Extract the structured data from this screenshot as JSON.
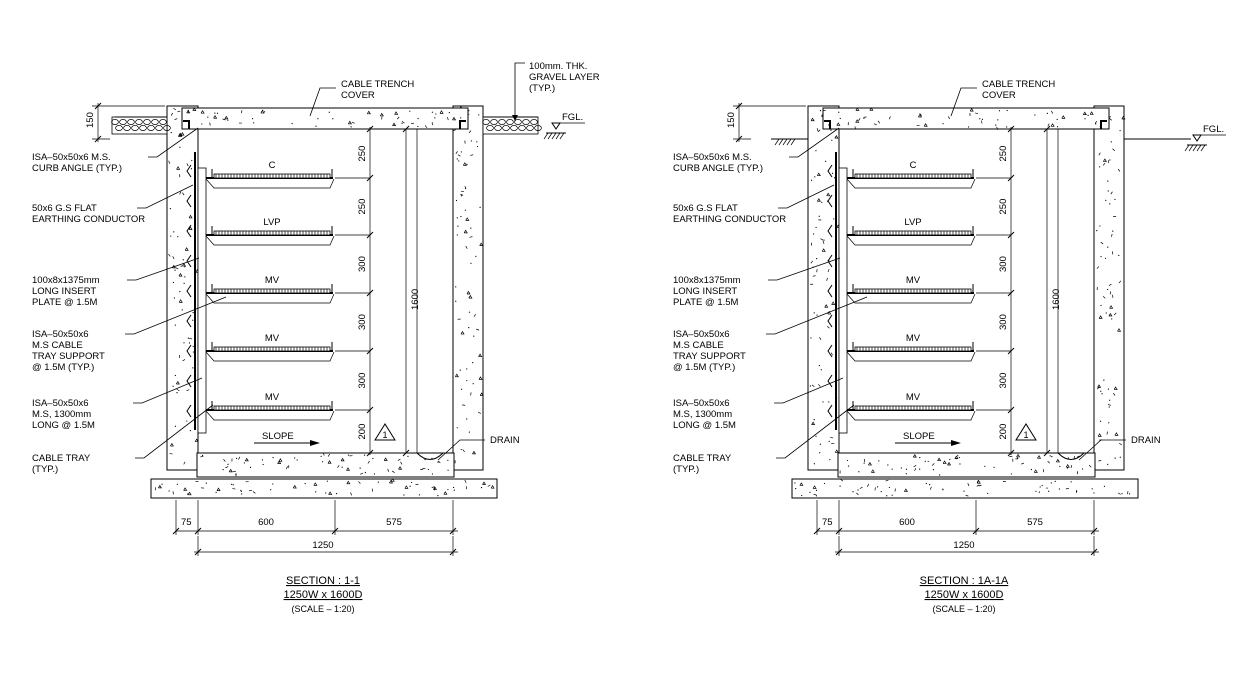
{
  "sections": [
    {
      "id": "section-1-1",
      "cover_label": [
        "CABLE TRENCH",
        "COVER"
      ],
      "gravel_label": [
        "100mm. THK.",
        "GRAVEL LAYER",
        "(TYP.)"
      ],
      "show_gravel": true,
      "fgl_label": "FGL.",
      "left_labels": [
        [
          "ISA–50x50x6 M.S.",
          "CURB ANGLE (TYP.)"
        ],
        [
          "50x6 G.S FLAT",
          "EARTHING CONDUCTOR"
        ],
        [
          "100x8x1375mm",
          "LONG INSERT",
          "PLATE @ 1.5M"
        ],
        [
          "ISA–50x50x6",
          "M.S CABLE",
          "TRAY SUPPORT",
          "@ 1.5M (TYP.)"
        ],
        [
          "ISA–50x50x6",
          "M.S, 1300mm",
          "LONG @ 1.5M"
        ],
        [
          "CABLE TRAY",
          "(TYP.)"
        ]
      ],
      "tray_labels": [
        "C",
        "LVP",
        "MV",
        "MV",
        "MV"
      ],
      "vertical_dims": [
        "250",
        "250",
        "300",
        "300",
        "300",
        "200"
      ],
      "depth_dim": "1600",
      "top_dim": "150",
      "slope_label": "SLOPE",
      "drain_label": "DRAIN",
      "revision_mark": "1",
      "bottom_dims": [
        "75",
        "600",
        "575"
      ],
      "width_dim": "1250",
      "title": "SECTION : 1-1",
      "subtitle": "1250W x 1600D",
      "scale": "(SCALE  –  1:20)"
    },
    {
      "id": "section-1a-1a",
      "cover_label": [
        "CABLE TRENCH",
        "COVER"
      ],
      "gravel_label": [],
      "show_gravel": false,
      "fgl_label": "FGL.",
      "left_labels": [
        [
          "ISA–50x50x6 M.S.",
          "CURB ANGLE (TYP.)"
        ],
        [
          "50x6 G.S FLAT",
          "EARTHING CONDUCTOR"
        ],
        [
          "100x8x1375mm",
          "LONG INSERT",
          "PLATE @ 1.5M"
        ],
        [
          "ISA–50x50x6",
          "M.S CABLE",
          "TRAY SUPPORT",
          "@ 1.5M (TYP.)"
        ],
        [
          "ISA–50x50x6",
          "M.S, 1300mm",
          "LONG @ 1.5M"
        ],
        [
          "CABLE TRAY",
          "(TYP.)"
        ]
      ],
      "tray_labels": [
        "C",
        "LVP",
        "MV",
        "MV",
        "MV"
      ],
      "vertical_dims": [
        "250",
        "250",
        "300",
        "300",
        "300",
        "200"
      ],
      "depth_dim": "1600",
      "top_dim": "150",
      "slope_label": "SLOPE",
      "drain_label": "DRAIN",
      "revision_mark": "1",
      "bottom_dims": [
        "75",
        "600",
        "575"
      ],
      "width_dim": "1250",
      "title": "SECTION : 1A-1A",
      "subtitle": "1250W x 1600D",
      "scale": "(SCALE  –  1:20)"
    }
  ]
}
